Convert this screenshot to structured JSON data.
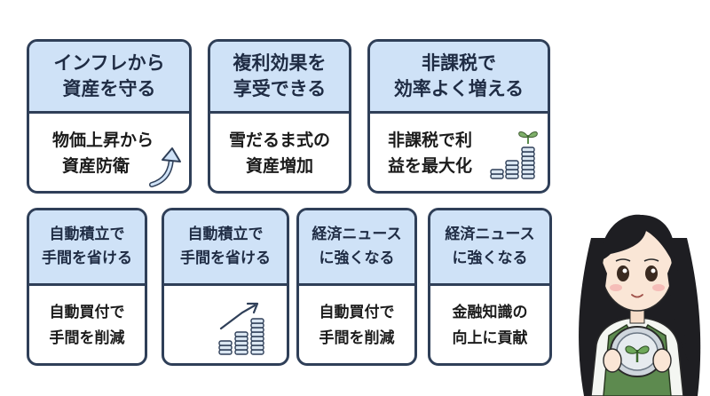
{
  "cards": [
    {
      "title": [
        "インフレから",
        "資産を守る"
      ],
      "body": [
        "物価上昇から",
        "資産防衛"
      ],
      "icon": "rising-arrow-icon"
    },
    {
      "title": [
        "複利効果を",
        "享受できる"
      ],
      "body": [
        "雪だるま式の",
        "資産増加"
      ],
      "icon": ""
    },
    {
      "title": [
        "非課税で",
        "効率よく増える"
      ],
      "body": [
        "非課税で利",
        "益を最大化"
      ],
      "icon": "coin-stack-growth-icon"
    },
    {
      "title": [
        "自動積立で",
        "手間を省ける"
      ],
      "body": [
        "自動買付で",
        "手間を削減"
      ],
      "icon": ""
    },
    {
      "title": [
        "自動積立で",
        "手間を省ける"
      ],
      "body": [],
      "icon": "coin-stack-arrow-icon"
    },
    {
      "title": [
        "経済ニュース",
        "に強くなる"
      ],
      "body": [
        "自動買付で",
        "手間を削減"
      ],
      "icon": ""
    },
    {
      "title": [
        "経済ニュース",
        "に強くなる"
      ],
      "body": [
        "金融知識の",
        "向上に貢献"
      ],
      "icon": ""
    }
  ],
  "colors": {
    "card_border": "#2f3f58",
    "card_header_bg": "#cfe2f7",
    "accent_green": "#5a8a4c"
  },
  "illustration": "girl-holding-coin-with-sprout"
}
